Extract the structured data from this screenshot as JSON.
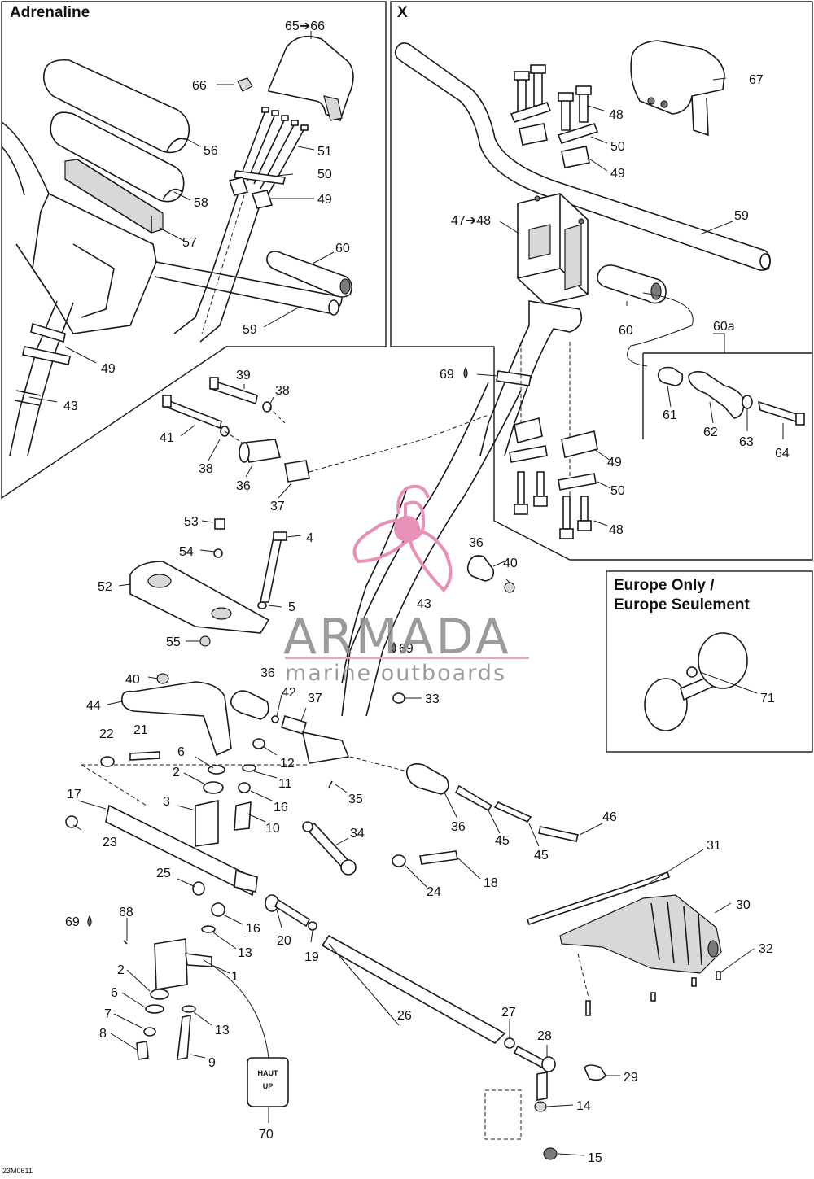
{
  "boxes": {
    "adrenaline_title": "Adrenaline",
    "x_title": "X",
    "europe_title_line1": "Europe Only /",
    "europe_title_line2": "Europe Seulement"
  },
  "watermark": {
    "brand": "ARMADA",
    "tagline": "marine outboards",
    "brand_color": "#e890b8"
  },
  "tag": {
    "line1": "HAUT",
    "line2": "UP"
  },
  "reference_code": "23M0611",
  "callouts": [
    {
      "text": "Adrenaline_65➔66"
    },
    {
      "text": "66"
    },
    {
      "text": "56"
    },
    {
      "text": "51"
    },
    {
      "text": "50"
    },
    {
      "text": "58"
    },
    {
      "text": "49"
    },
    {
      "text": "57"
    },
    {
      "text": "60"
    },
    {
      "text": "59"
    },
    {
      "text": "49"
    },
    {
      "text": "43"
    },
    {
      "text": "67"
    },
    {
      "text": "48"
    },
    {
      "text": "50"
    },
    {
      "text": "49"
    },
    {
      "text": "47➔48"
    },
    {
      "text": "59"
    },
    {
      "text": "60"
    },
    {
      "text": "60a"
    },
    {
      "text": "69"
    },
    {
      "text": "61"
    },
    {
      "text": "62"
    },
    {
      "text": "63"
    },
    {
      "text": "64"
    },
    {
      "text": "49"
    },
    {
      "text": "50"
    },
    {
      "text": "48"
    },
    {
      "text": "39"
    },
    {
      "text": "38"
    },
    {
      "text": "41"
    },
    {
      "text": "38"
    },
    {
      "text": "36"
    },
    {
      "text": "37"
    },
    {
      "text": "53"
    },
    {
      "text": "4"
    },
    {
      "text": "54"
    },
    {
      "text": "52"
    },
    {
      "text": "5"
    },
    {
      "text": "55"
    },
    {
      "text": "36"
    },
    {
      "text": "40"
    },
    {
      "text": "43"
    },
    {
      "text": "69"
    },
    {
      "text": "40"
    },
    {
      "text": "36"
    },
    {
      "text": "42"
    },
    {
      "text": "37"
    },
    {
      "text": "44"
    },
    {
      "text": "33"
    },
    {
      "text": "22"
    },
    {
      "text": "21"
    },
    {
      "text": "6"
    },
    {
      "text": "12"
    },
    {
      "text": "2"
    },
    {
      "text": "11"
    },
    {
      "text": "35"
    },
    {
      "text": "3"
    },
    {
      "text": "16"
    },
    {
      "text": "17"
    },
    {
      "text": "10"
    },
    {
      "text": "23"
    },
    {
      "text": "36"
    },
    {
      "text": "45"
    },
    {
      "text": "45"
    },
    {
      "text": "46"
    },
    {
      "text": "34"
    },
    {
      "text": "25"
    },
    {
      "text": "24"
    },
    {
      "text": "18"
    },
    {
      "text": "16"
    },
    {
      "text": "20"
    },
    {
      "text": "13"
    },
    {
      "text": "19"
    },
    {
      "text": "69"
    },
    {
      "text": "68"
    },
    {
      "text": "1"
    },
    {
      "text": "2"
    },
    {
      "text": "6"
    },
    {
      "text": "13"
    },
    {
      "text": "7"
    },
    {
      "text": "8"
    },
    {
      "text": "9"
    },
    {
      "text": "26"
    },
    {
      "text": "27"
    },
    {
      "text": "28"
    },
    {
      "text": "29"
    },
    {
      "text": "14"
    },
    {
      "text": "15"
    },
    {
      "text": "70"
    },
    {
      "text": "31"
    },
    {
      "text": "30"
    },
    {
      "text": "32"
    },
    {
      "text": "71"
    }
  ]
}
